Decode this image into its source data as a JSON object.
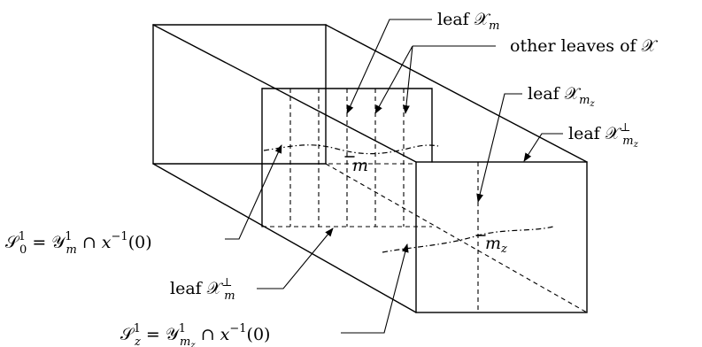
{
  "labels": {
    "leaf_xm": "leaf 𝒳",
    "leaf_xm_sub": "m",
    "other_leaves": "other leaves of 𝒳",
    "leaf_xmz": "leaf 𝒳",
    "leaf_xmz_sub": "m",
    "leaf_xmz_subsub": "z",
    "leaf_xmz_perp": "leaf 𝒳",
    "leaf_xmz_perp_sup": "⊥",
    "leaf_xmz_perp_sub": "m",
    "leaf_xmz_perp_subsub": "z",
    "s0_lhs": "𝒮",
    "s0_sub": "0",
    "s0_sup": "1",
    "s0_rhs": " = 𝒴",
    "s0_ysup": "1",
    "s0_ysub": "m",
    "s0_tail": " ∩ x",
    "s0_xsup": "−1",
    "s0_end": "(0)",
    "leaf_xm_perp": "leaf 𝒳",
    "leaf_xm_perp_sup": "⊥",
    "leaf_xm_perp_sub": "m",
    "sz_lhs": "𝒮",
    "sz_sub": "z",
    "sz_sup": "1",
    "sz_rhs": " = 𝒴",
    "sz_ysup": "1",
    "sz_ysub": "m",
    "sz_ysubsub": "z",
    "sz_tail": " ∩ x",
    "sz_xsup": "−1",
    "sz_end": "(0)",
    "point_m": "m",
    "point_mz": "m",
    "point_mz_sub": "z"
  }
}
